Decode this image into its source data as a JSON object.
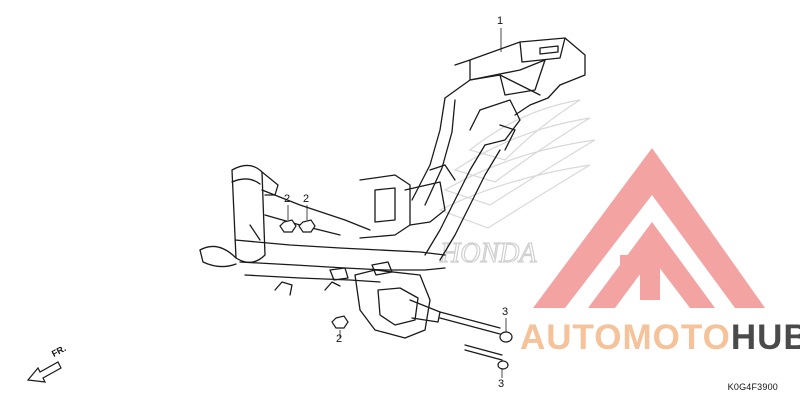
{
  "callouts": {
    "frame": "1",
    "nut_a": "2",
    "nut_b": "2",
    "nut_c": "2",
    "bolt_a": "3",
    "bolt_b": "3"
  },
  "direction_label": "FR.",
  "diagram_code": "K0G4F3900",
  "watermark": {
    "brand_light": "AUTOMOTO",
    "brand_dark": "HUB",
    "emblem_lettering": "HONDA",
    "colors": {
      "triangle": "#f4a3a3",
      "brand_light": "#f5c29a",
      "brand_dark": "#4a4a4a"
    }
  }
}
